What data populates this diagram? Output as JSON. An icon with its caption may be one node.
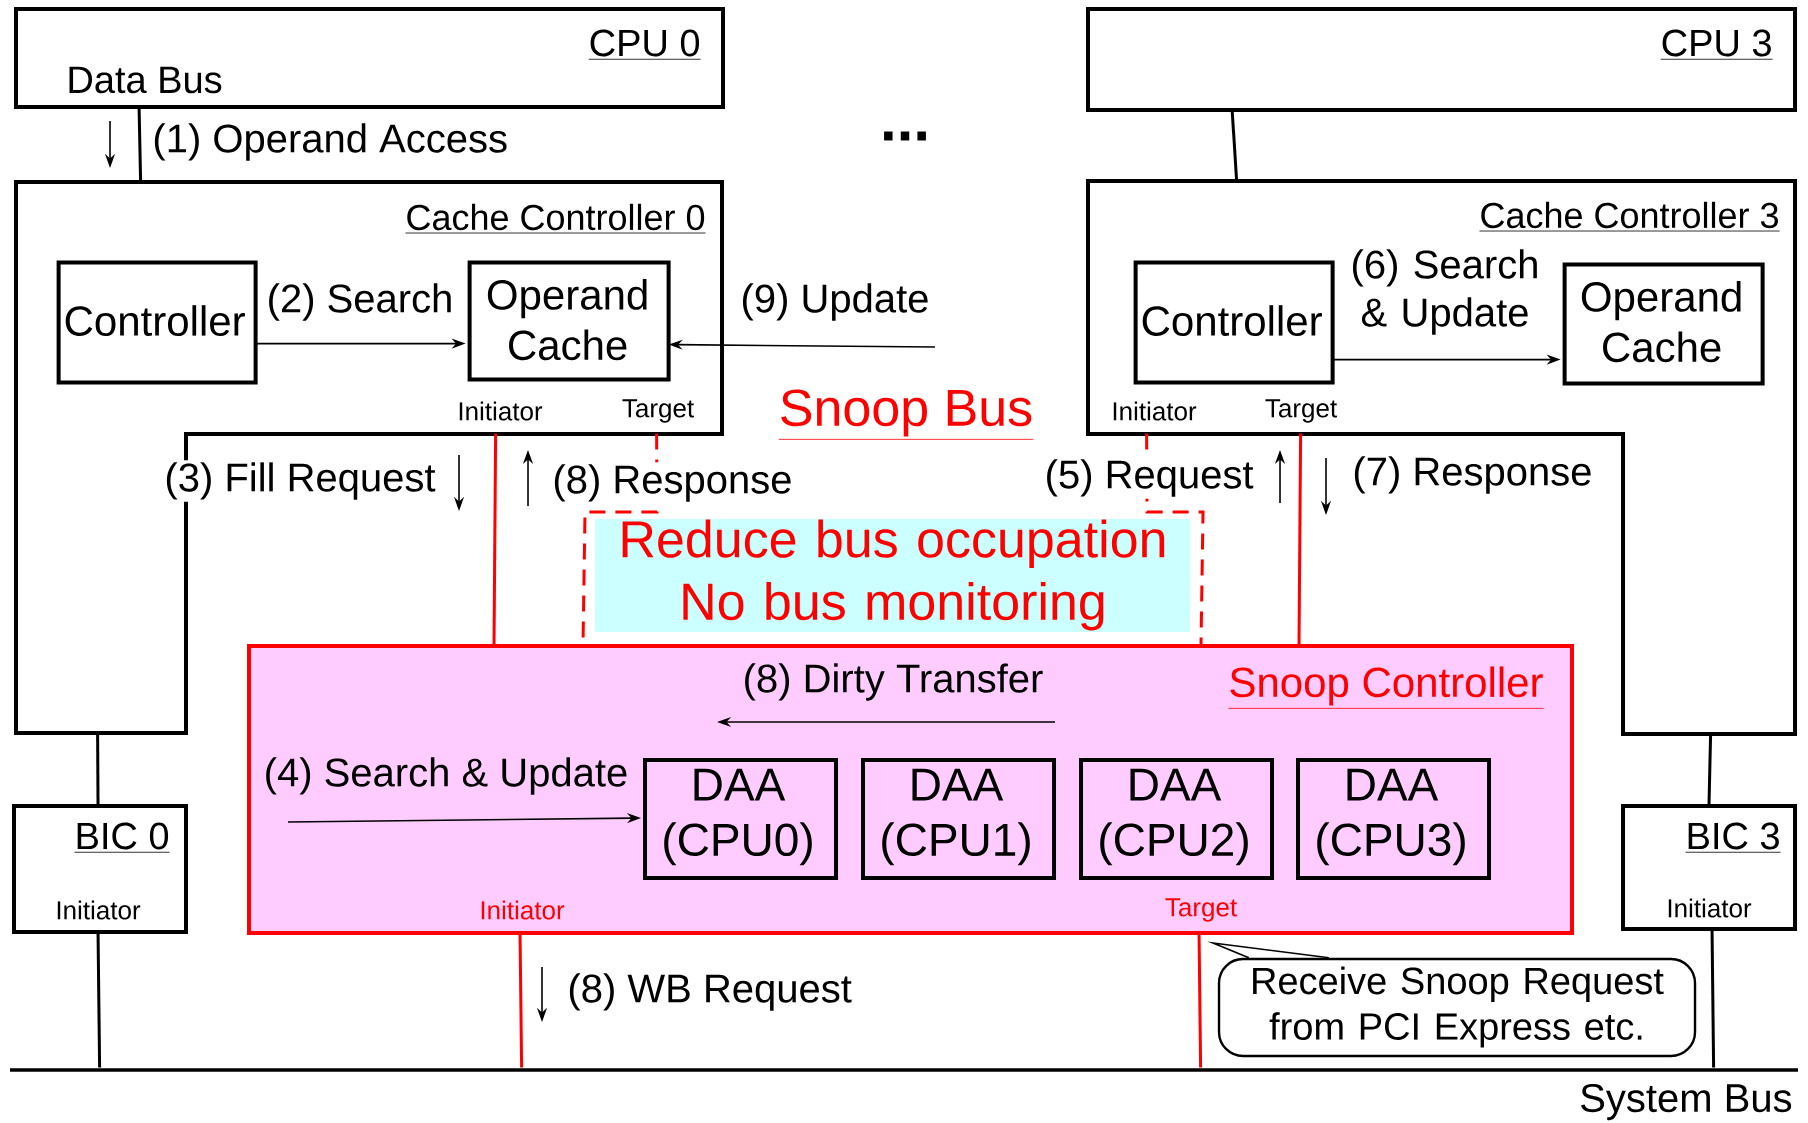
{
  "diagram": {
    "nodes": [
      {
        "text": [
          "CPU 0",
          "Data Bus"
        ]
      },
      {
        "text": [
          "CPU 3"
        ]
      },
      {
        "text": [
          "Cache Controller 0",
          "Initiator",
          "Target"
        ]
      },
      {
        "text": [
          "Controller"
        ],
        "in": 2
      },
      {
        "text": [
          "Operand Cache"
        ],
        "in": 2
      },
      {
        "text": [
          "Cache Controller 3",
          "Initiator",
          "Target"
        ]
      },
      {
        "text": [
          "Controller"
        ],
        "in": 5
      },
      {
        "text": [
          "Operand Cache"
        ],
        "in": 5
      },
      {
        "text": [
          "Snoop Controller",
          "Initiator",
          "Target"
        ]
      },
      {
        "text": [
          "DAA (CPU0)"
        ],
        "in": 8
      },
      {
        "text": [
          "DAA (CPU1)"
        ],
        "in": 8
      },
      {
        "text": [
          "DAA (CPU2)"
        ],
        "in": 8
      },
      {
        "text": [
          "DAA (CPU3)"
        ],
        "in": 8
      },
      {
        "text": [
          "BIC 0",
          "Initiator"
        ]
      },
      {
        "text": [
          "BIC 3",
          "Initiator"
        ]
      },
      {
        "text": [
          "Receive Snoop Request from PCI Express etc."
        ]
      },
      {
        "text": [
          "System Bus"
        ]
      },
      {
        "text": [
          "Reduce bus occupation No bus monitoring"
        ]
      }
    ],
    "edges": [
      {
        "from": 0,
        "to": 2,
        "arrow": "none"
      },
      {
        "from": 1,
        "to": 5,
        "arrow": "none"
      },
      {
        "from": 2,
        "to": 8,
        "arrow": "none",
        "color": "#ff0000"
      },
      {
        "from": 2,
        "to": 8,
        "arrow": "none",
        "style": "dashed",
        "color": "#ff0000"
      },
      {
        "from": 5,
        "to": 8,
        "arrow": "none",
        "style": "dashed",
        "color": "#ff0000"
      },
      {
        "from": 5,
        "to": 8,
        "arrow": "none",
        "color": "#ff0000"
      },
      {
        "from": 2,
        "to": 13,
        "arrow": "none"
      },
      {
        "from": 5,
        "to": 14,
        "arrow": "none"
      },
      {
        "from": 13,
        "to": 16,
        "arrow": "none"
      },
      {
        "from": 8,
        "to": 16,
        "arrow": "none",
        "color": "#ff0000"
      },
      {
        "from": 8,
        "to": 16,
        "arrow": "none",
        "color": "#ff0000"
      },
      {
        "from": 14,
        "to": 16,
        "arrow": "none"
      },
      {
        "from": 3,
        "to": 4,
        "arrow": "to",
        "label": "(2) Search"
      },
      {
        "from": null,
        "to": 4,
        "arrow": "to",
        "label": "(9) Update"
      },
      {
        "from": 6,
        "to": 7,
        "arrow": "to",
        "label": "(6) Search & Update"
      },
      {
        "from": null,
        "to": 9,
        "arrow": "to",
        "label": "(4) Search & Update"
      },
      {
        "from": 15,
        "to": null,
        "arrow": "none"
      }
    ],
    "labels": [
      "(1) Operand Access",
      "...",
      "Snoop Bus",
      "(3) Fill Request",
      "(8) Response",
      "(5) Request",
      "(7) Response",
      "(8) Dirty Transfer",
      "(8) WB Request"
    ]
  }
}
